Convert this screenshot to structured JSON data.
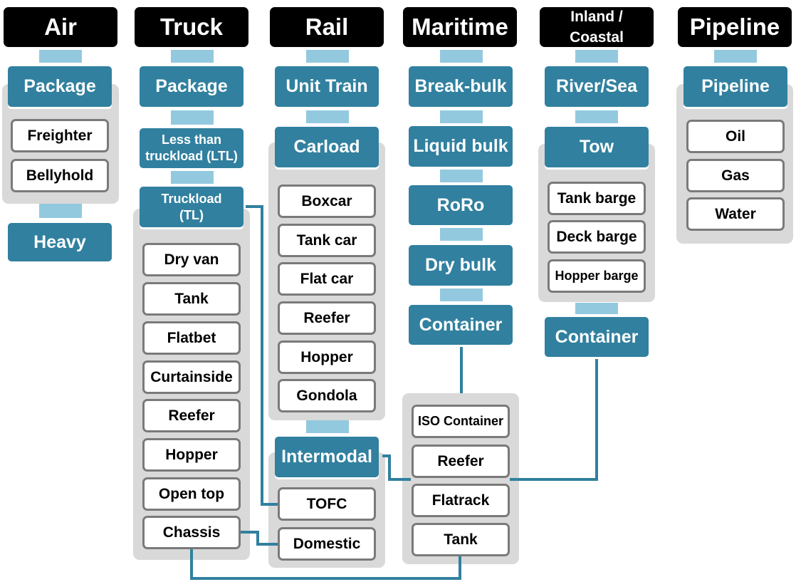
{
  "columns": {
    "air": {
      "header": "Air",
      "package": "Package",
      "package_items": [
        "Freighter",
        "Bellyhold"
      ],
      "heavy": "Heavy"
    },
    "truck": {
      "header": "Truck",
      "package": "Package",
      "ltl": "Less than\ntruckload (LTL)",
      "tl": "Truckload\n(TL)",
      "tl_items": [
        "Dry van",
        "Tank",
        "Flatbet",
        "Curtainside",
        "Reefer",
        "Hopper",
        "Open top",
        "Chassis"
      ]
    },
    "rail": {
      "header": "Rail",
      "unit_train": "Unit Train",
      "carload": "Carload",
      "carload_items": [
        "Boxcar",
        "Tank car",
        "Flat car",
        "Reefer",
        "Hopper",
        "Gondola"
      ],
      "intermodal": "Intermodal",
      "intermodal_items": [
        "TOFC",
        "Domestic"
      ]
    },
    "maritime": {
      "header": "Maritime",
      "breakbulk": "Break-bulk",
      "liquid_bulk": "Liquid bulk",
      "roro": "RoRo",
      "dry_bulk": "Dry bulk",
      "container": "Container",
      "container_items": [
        "ISO Container",
        "Reefer",
        "Flatrack",
        "Tank"
      ]
    },
    "inland": {
      "header": "Inland /\nCoastal",
      "river_sea": "River/Sea",
      "tow": "Tow",
      "tow_items": [
        "Tank barge",
        "Deck barge",
        "Hopper barge"
      ],
      "container": "Container"
    },
    "pipeline": {
      "header": "Pipeline",
      "pipeline": "Pipeline",
      "pipeline_items": [
        "Oil",
        "Gas",
        "Water"
      ]
    }
  },
  "colors": {
    "header": "#000000",
    "teal_box": "#31809f",
    "connector": "#93c9df",
    "panel": "#d9d9d9",
    "link_line": "#31809f"
  }
}
